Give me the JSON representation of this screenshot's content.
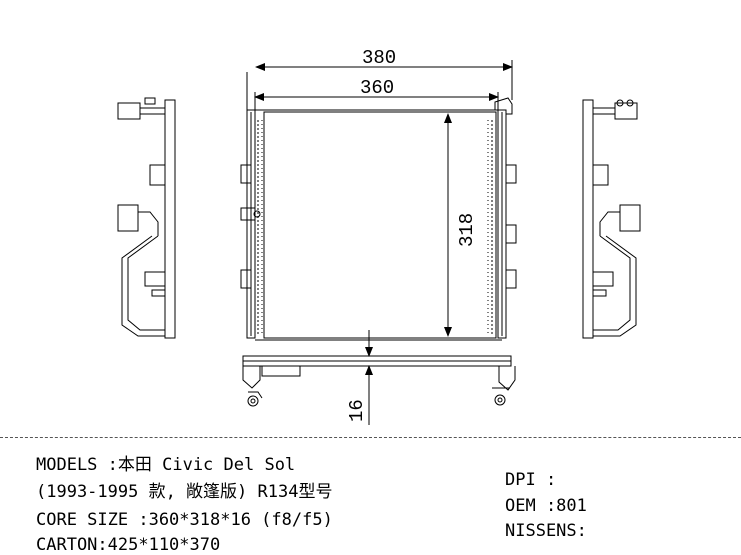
{
  "dimensions": {
    "overall_width": "380",
    "core_width": "360",
    "core_height": "318",
    "thickness": "16"
  },
  "specs": {
    "models_line": "MODELS :本田 Civic Del Sol",
    "years_line": "(1993-1995 款, 敞篷版) R134型号",
    "core_size_line": "CORE SIZE :360*318*16 (f8/f5)",
    "carton_line": "CARTON:425*110*370"
  },
  "refs": {
    "dpi_line": "DPI :",
    "oem_line": "OEM :801",
    "nissens_line": "NISSENS:"
  }
}
